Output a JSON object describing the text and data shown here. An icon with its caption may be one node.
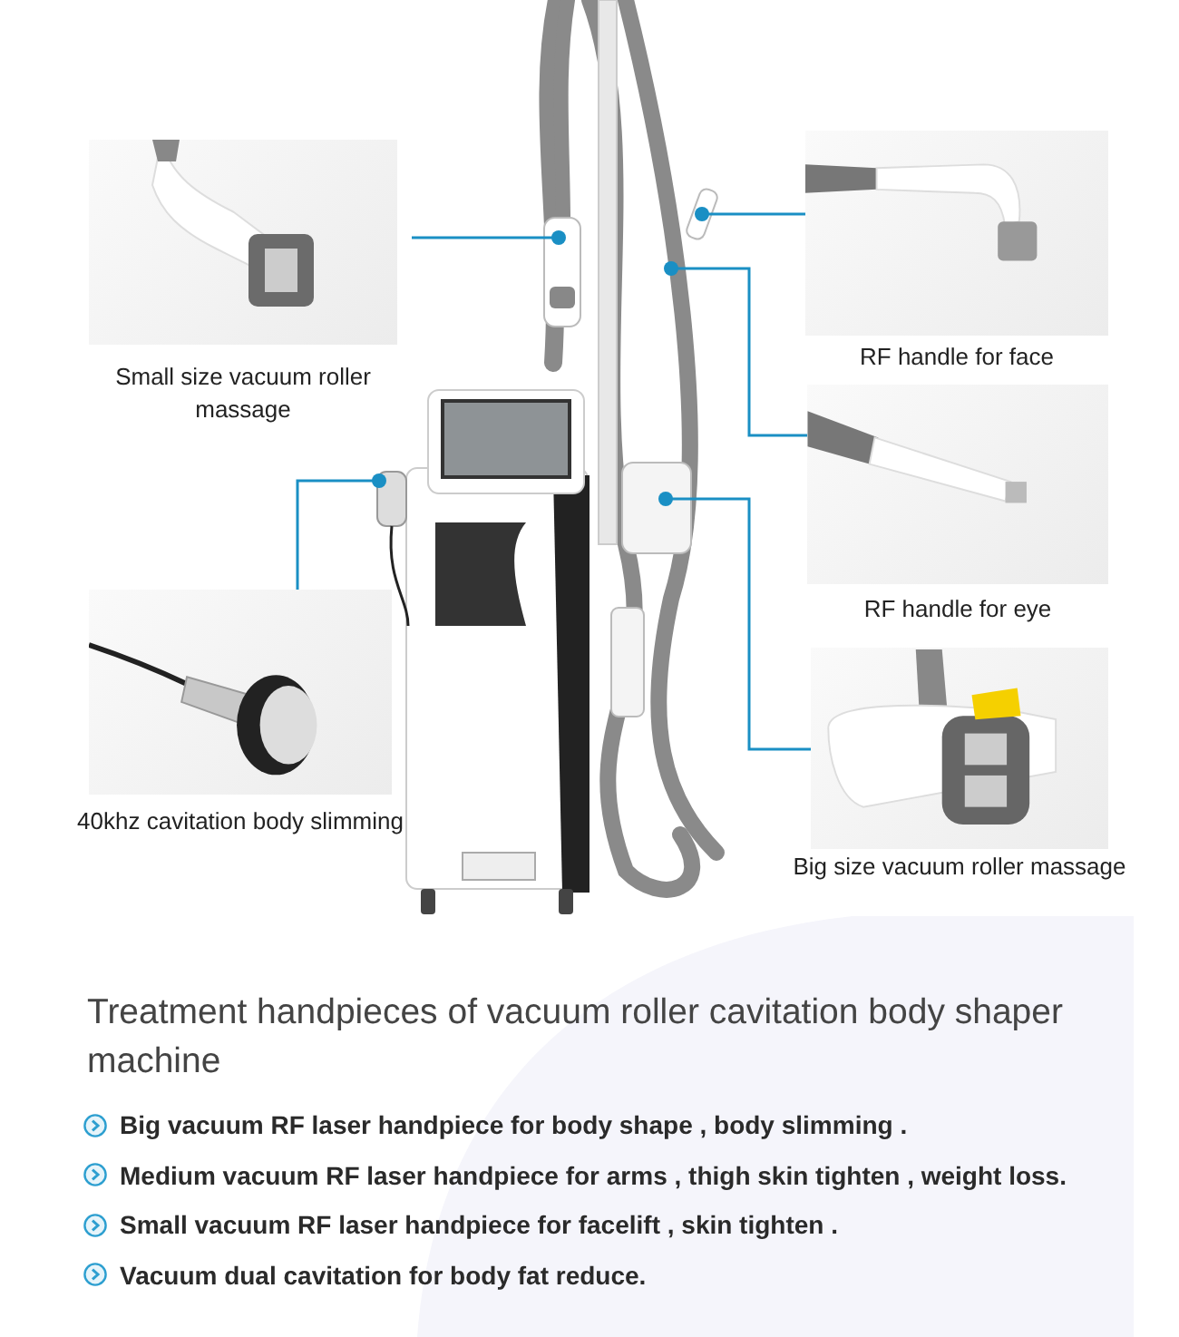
{
  "diagram": {
    "title": "Treatment handpieces of vacuum roller cavitation body shaper machine",
    "nodes": [
      {
        "text": [
          "Small size vacuum roller massage"
        ]
      },
      {
        "text": [
          "RF handle for face"
        ]
      },
      {
        "text": [
          "RF handle for eye"
        ]
      },
      {
        "text": [
          "40khz cavitation body slimming"
        ]
      },
      {
        "text": [
          "Big size vacuum roller massage"
        ]
      },
      {
        "text": [],
        "shape": "picture"
      }
    ],
    "edges": [
      {
        "from": 0,
        "to": 5,
        "arrow": "other"
      },
      {
        "from": 1,
        "to": 5,
        "arrow": "other"
      },
      {
        "from": 2,
        "to": 5,
        "arrow": "other"
      },
      {
        "from": 3,
        "to": 5,
        "arrow": "other"
      },
      {
        "from": 4,
        "to": 5,
        "arrow": "other"
      }
    ],
    "labels": [
      "Big vacuum RF laser handpiece for body shape , body slimming .",
      "Medium vacuum RF laser handpiece for arms , thigh skin tighten , weight loss.",
      "Small vacuum RF laser handpiece for facelift , skin tighten .",
      "Vacuum dual cavitation for body fat reduce."
    ]
  }
}
